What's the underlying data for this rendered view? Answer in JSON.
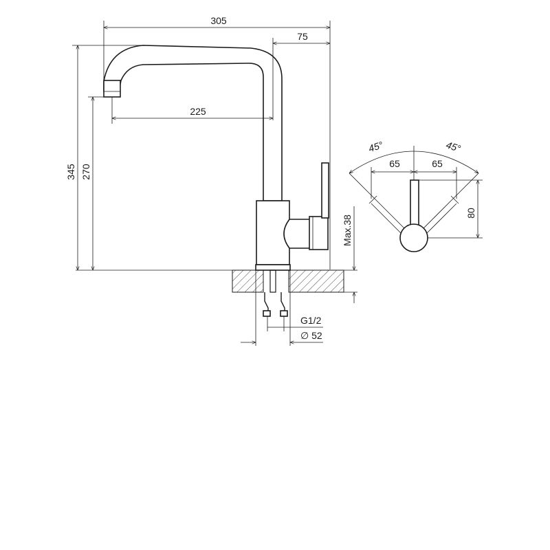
{
  "dimensions": {
    "overall_width": "305",
    "spout_to_center": "225",
    "handle_offset": "75",
    "total_height": "345",
    "spout_height": "270",
    "max_countertop": "Max.38",
    "thread": "G1/2",
    "base_diameter": "∅ 52",
    "rotation_left": "45°",
    "rotation_right": "45°",
    "lever_left": "65",
    "lever_right": "65",
    "lever_height": "80"
  }
}
